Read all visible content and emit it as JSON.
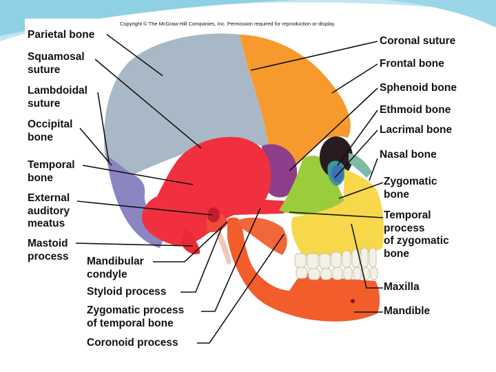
{
  "copyright": "Copyright © The McGraw-Hill Companies, Inc. Permission required for reproduction or display.",
  "labels": {
    "parietal_bone": "Parietal bone",
    "squamosal_suture": "Squamosal\nsuture",
    "lambdoidal_suture": "Lambdoidal\nsuture",
    "occipital_bone": "Occipital\nbone",
    "temporal_bone": "Temporal\nbone",
    "external_auditory_meatus": "External\nauditory\nmeatus",
    "mastoid_process": "Mastoid\nprocess",
    "mandibular_condyle": "Mandibular\ncondyle",
    "styloid_process": "Styloid process",
    "zygomatic_process": "Zygomatic process\nof temporal bone",
    "coronoid_process": "Coronoid process",
    "coronal_suture": "Coronal suture",
    "frontal_bone": "Frontal bone",
    "sphenoid_bone": "Sphenoid bone",
    "ethmoid_bone": "Ethmoid bone",
    "lacrimal_bone": "Lacrimal bone",
    "nasal_bone": "Nasal bone",
    "zygomatic_bone": "Zygomatic\nbone",
    "temporal_process_zygomatic": "Temporal\nprocess\nof zygomatic\nbone",
    "maxilla": "Maxilla",
    "mandible": "Mandible"
  },
  "colors": {
    "parietal": "#a9b8c7",
    "occipital": "#8a86c2",
    "temporal": "#f0303e",
    "frontal": "#f79a2e",
    "sphenoid": "#8e3d8a",
    "ethmoid": "#3a9a94",
    "lacrimal": "#3f6fb5",
    "nasal": "#7fb9a8",
    "zygomatic": "#9acc3c",
    "maxilla": "#f6d84a",
    "mandible": "#f25d2c",
    "teeth": "#f4f1e6",
    "leader": "#111111"
  }
}
